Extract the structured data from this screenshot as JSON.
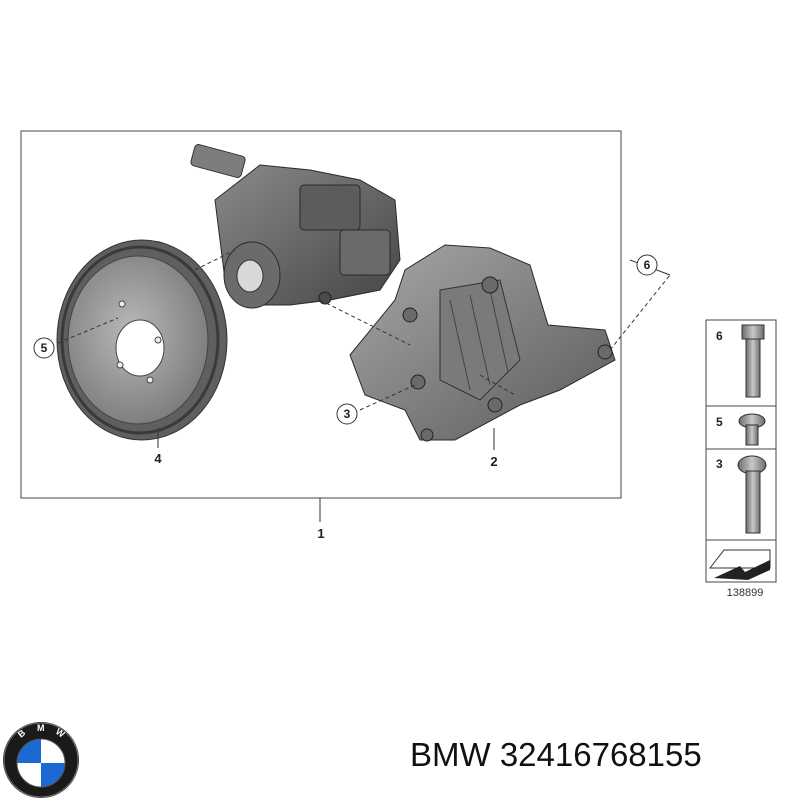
{
  "callouts": {
    "assembly": "1",
    "bracket": "2",
    "bolt_long": "3",
    "pulley": "4",
    "screw_short": "5",
    "bolt_hex": "6"
  },
  "legend": {
    "items": [
      {
        "number": "6",
        "icon": "hex-bolt-icon"
      },
      {
        "number": "5",
        "icon": "torx-screw-icon"
      },
      {
        "number": "3",
        "icon": "torx-bolt-icon"
      }
    ],
    "figure_number": "138899"
  },
  "logo": {
    "letters": [
      "B",
      "M",
      "W"
    ],
    "colors": {
      "ring": "#1a1a1a",
      "blue": "#1c69d4",
      "white": "#ffffff"
    }
  },
  "brand_line": {
    "brand": "BMW",
    "part_number": "32416768155"
  }
}
